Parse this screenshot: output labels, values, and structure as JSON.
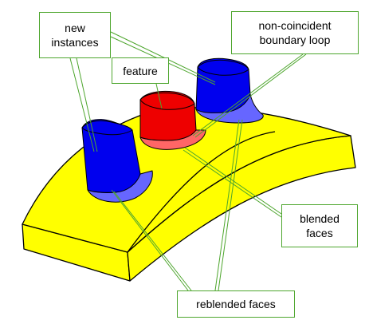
{
  "callouts": {
    "new_instances": "new\ninstances",
    "feature": "feature",
    "non_coincident": "non-coincident\nboundary loop",
    "blended_faces": "blended\nfaces",
    "reblended_faces": "reblended faces"
  },
  "colors": {
    "block_top": "#ffff00",
    "block_side": "#ffff00",
    "outline": "#000000",
    "instance": "#0000ee",
    "instance_fillet": "#6666ff",
    "feature": "#ee0000",
    "feature_fillet": "#ff6666",
    "leader": "#4ea62e"
  }
}
